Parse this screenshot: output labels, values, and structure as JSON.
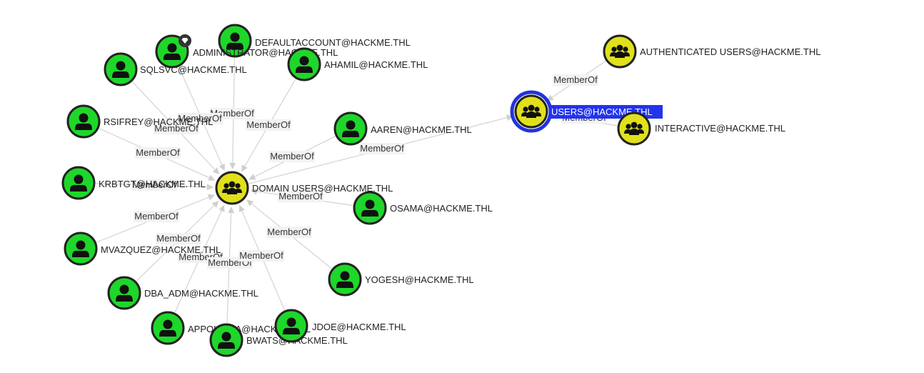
{
  "graph": {
    "colors": {
      "user_node": "#1ed72a",
      "group_node": "#e0e01b",
      "node_border": "#222222",
      "selection_ring": "#2233dd",
      "selection_label_bg": "#2233ee",
      "edge": "#d6d6d6"
    },
    "edge_label": "MemberOf",
    "nodes": [
      {
        "id": "domain_users",
        "label": "DOMAIN USERS@HACKME.THL",
        "type": "group",
        "icon": "group-icon"
      },
      {
        "id": "users",
        "label": "USERS@HACKME.THL",
        "type": "group",
        "icon": "group-icon",
        "selected": true
      },
      {
        "id": "authenticated_users",
        "label": "AUTHENTICATED USERS@HACKME.THL",
        "type": "group",
        "icon": "group-icon"
      },
      {
        "id": "interactive",
        "label": "INTERACTIVE@HACKME.THL",
        "type": "group",
        "icon": "group-icon"
      },
      {
        "id": "defaultaccount",
        "label": "DEFAULTACCOUNT@HACKME.THL",
        "type": "user",
        "icon": "user-icon"
      },
      {
        "id": "administrator",
        "label": "ADMINISTRATOR@HACKME.THL",
        "type": "user",
        "icon": "user-icon",
        "badge": "diamond-icon"
      },
      {
        "id": "ahamil",
        "label": "AHAMIL@HACKME.THL",
        "type": "user",
        "icon": "user-icon"
      },
      {
        "id": "sqlsvc",
        "label": "SQLSVC@HACKME.THL",
        "type": "user",
        "icon": "user-icon"
      },
      {
        "id": "rsifrey",
        "label": "RSIFREY@HACKME.THL",
        "type": "user",
        "icon": "user-icon"
      },
      {
        "id": "krbtgt",
        "label": "KRBTGT@HACKME.THL",
        "type": "user",
        "icon": "user-icon"
      },
      {
        "id": "mvazquez",
        "label": "MVAZQUEZ@HACKME.THL",
        "type": "user",
        "icon": "user-icon"
      },
      {
        "id": "dba_adm",
        "label": "DBA_ADM@HACKME.THL",
        "type": "user",
        "icon": "user-icon"
      },
      {
        "id": "appolonia",
        "label": "APPOLONIA@HACKME.THL",
        "type": "user",
        "icon": "user-icon"
      },
      {
        "id": "bwats",
        "label": "BWATS@HACKME.THL",
        "type": "user",
        "icon": "user-icon"
      },
      {
        "id": "jdoe",
        "label": "JDOE@HACKME.THL",
        "type": "user",
        "icon": "user-icon"
      },
      {
        "id": "yogesh",
        "label": "YOGESH@HACKME.THL",
        "type": "user",
        "icon": "user-icon"
      },
      {
        "id": "osama",
        "label": "OSAMA@HACKME.THL",
        "type": "user",
        "icon": "user-icon"
      },
      {
        "id": "aaren",
        "label": "AAREN@HACKME.THL",
        "type": "user",
        "icon": "user-icon"
      }
    ],
    "edges": [
      {
        "from": "defaultaccount",
        "to": "domain_users",
        "label": "MemberOf"
      },
      {
        "from": "administrator",
        "to": "domain_users",
        "label": "MemberOf"
      },
      {
        "from": "ahamil",
        "to": "domain_users",
        "label": "MemberOf"
      },
      {
        "from": "sqlsvc",
        "to": "domain_users",
        "label": "MemberOf"
      },
      {
        "from": "rsifrey",
        "to": "domain_users",
        "label": "MemberOf"
      },
      {
        "from": "krbtgt",
        "to": "domain_users",
        "label": "MemberOf"
      },
      {
        "from": "mvazquez",
        "to": "domain_users",
        "label": "MemberOf"
      },
      {
        "from": "dba_adm",
        "to": "domain_users",
        "label": "MemberOf"
      },
      {
        "from": "appolonia",
        "to": "domain_users",
        "label": "MemberOf"
      },
      {
        "from": "bwats",
        "to": "domain_users",
        "label": "MemberOf"
      },
      {
        "from": "jdoe",
        "to": "domain_users",
        "label": "MemberOf"
      },
      {
        "from": "yogesh",
        "to": "domain_users",
        "label": "MemberOf"
      },
      {
        "from": "osama",
        "to": "domain_users",
        "label": "MemberOf"
      },
      {
        "from": "aaren",
        "to": "domain_users",
        "label": "MemberOf"
      },
      {
        "from": "domain_users",
        "to": "users",
        "label": "MemberOf"
      },
      {
        "from": "authenticated_users",
        "to": "users",
        "label": "MemberOf"
      },
      {
        "from": "interactive",
        "to": "users",
        "label": "MemberOf"
      }
    ]
  }
}
